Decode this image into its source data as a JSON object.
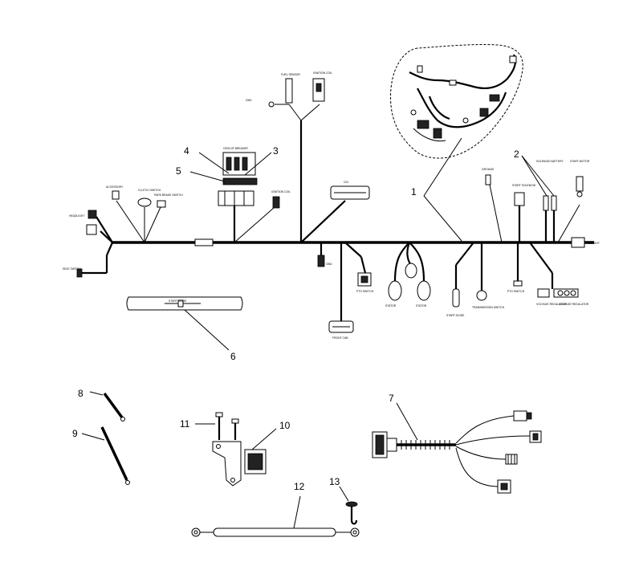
{
  "callouts": {
    "n1": "1",
    "n2": "2",
    "n3": "3",
    "n4": "4",
    "n5": "5",
    "n6": "6",
    "n7": "7",
    "n8": "8",
    "n9": "9",
    "n10": "10",
    "n11": "11",
    "n12": "12",
    "n13": "13"
  },
  "labels": {
    "taillight": "TAILLIGHT",
    "cdi": "CDI",
    "pto_switch": "PTO SWITCH",
    "fuel_sensor": "FUEL SENSOR",
    "ignition_coil": "IGNITION COIL",
    "circuit_breaker": "CIRCUIT BREAKER",
    "accessory": "ACCESSORY",
    "clutch_switch": "CLUTCH SWITCH",
    "park_brake_switch": "PARK BRAKE SWITCH",
    "headlight": "HEADLIGHT",
    "seat_switch": "SEAT SWITCH",
    "front_cab": "FRONT CAB",
    "pto_switch_lower": "PTO SWITCH",
    "stator": "STATOR",
    "gnd": "GND",
    "ground": "GROUND",
    "start_solenoid": "START SOLENOID",
    "solenoid_battery": "SOLENOID BATTERY",
    "start_motor": "START MOTOR",
    "transmission_switch": "TRANSMISSION SWITCH",
    "voltage_regulator": "VOLTAGE REGULATOR",
    "start_diode": "START DIODE"
  }
}
